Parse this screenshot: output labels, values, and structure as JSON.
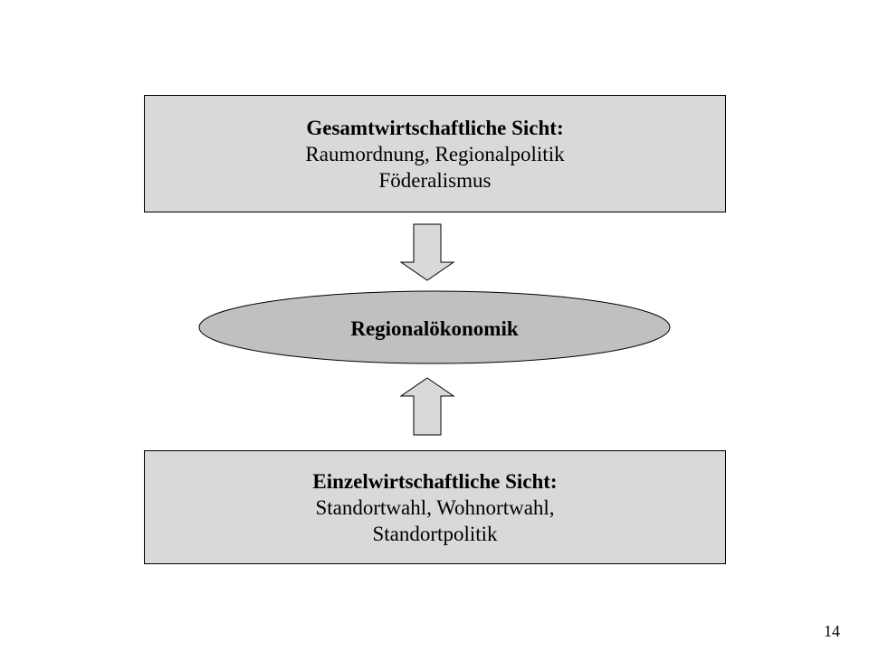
{
  "top_box": {
    "heading": "Gesamtwirtschaftliche Sicht:",
    "line1": "Raumordnung, Regionalpolitik",
    "line2": "Föderalismus"
  },
  "center": {
    "label": "Regionalökonomik"
  },
  "bottom_box": {
    "heading": "Einzelwirtschaftliche Sicht:",
    "line1": "Standortwahl, Wohnortwahl,",
    "line2": "Standortpolitik"
  },
  "page_number": "14",
  "colors": {
    "box_fill": "#d9d9d9",
    "ellipse_fill": "#c0c0c0",
    "arrow_fill": "#d9d9d9",
    "stroke": "#000000"
  }
}
